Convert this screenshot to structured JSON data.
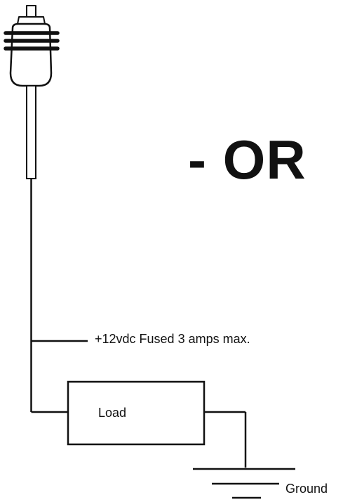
{
  "separator": {
    "text": "- OR"
  },
  "labels": {
    "supply": "+12vdc Fused 3 amps max.",
    "load": "Load",
    "ground": "Ground"
  },
  "colors": {
    "line": "#111111",
    "background": "#ffffff"
  }
}
